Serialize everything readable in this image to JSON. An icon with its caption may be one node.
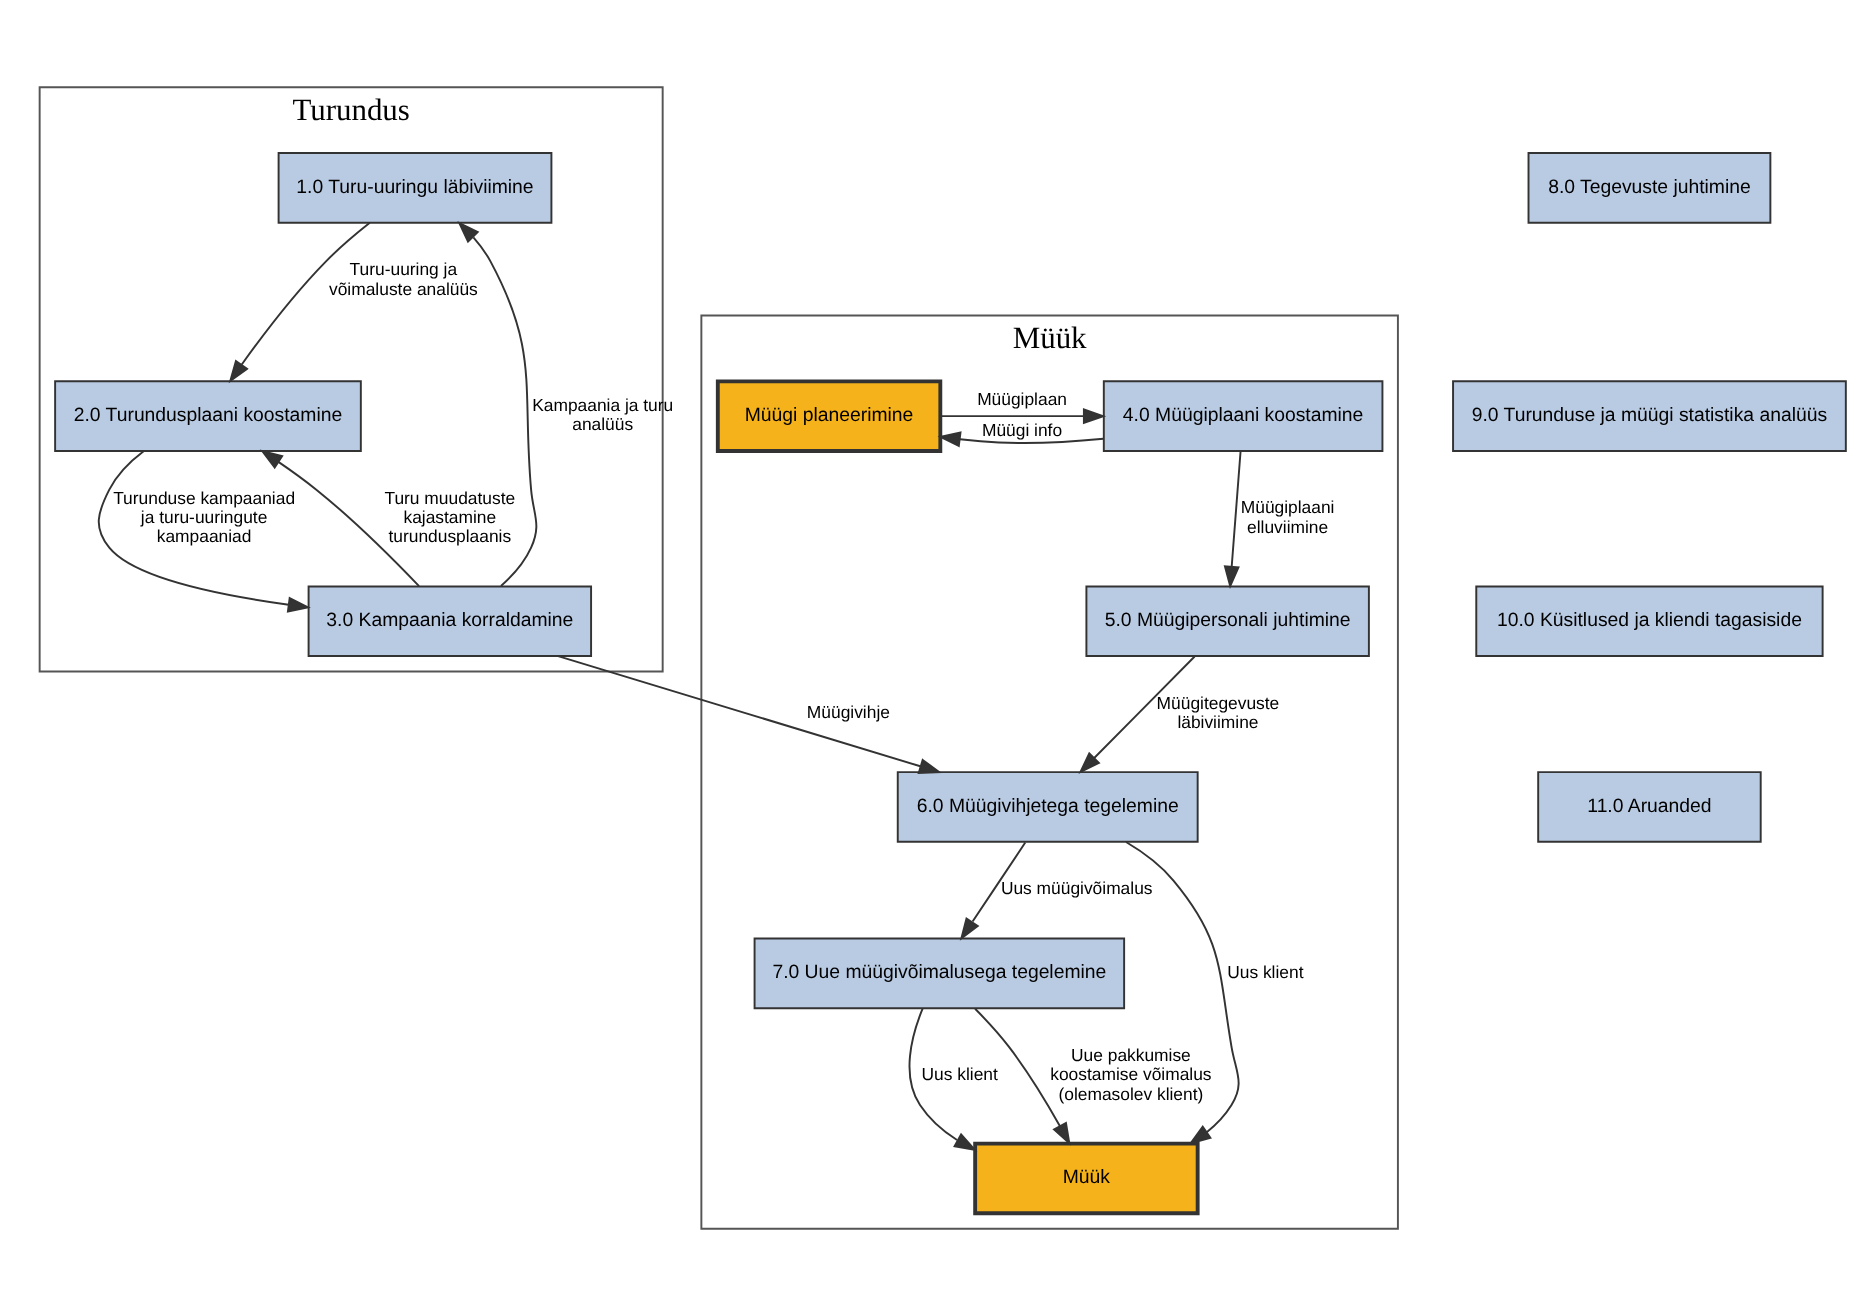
{
  "diagram": {
    "nodes": [
      {
        "text": [
          "Turundus"
        ]
      },
      {
        "text": [
          "Müük"
        ]
      },
      {
        "text": [
          "1.0 Turu-uuringu läbiviimine"
        ],
        "in": 0
      },
      {
        "text": [
          "2.0 Turundusplaani koostamine"
        ],
        "in": 0
      },
      {
        "text": [
          "3.0 Kampaania korraldamine"
        ],
        "in": 0
      },
      {
        "text": [
          "4.0 Müügiplaani koostamine"
        ],
        "in": 1
      },
      {
        "text": [
          "Müügi planeerimine"
        ],
        "in": 1
      },
      {
        "text": [
          "5.0 Müügipersonali juhtimine"
        ],
        "in": 1
      },
      {
        "text": [
          "6.0 Müügivihjetega tegelemine"
        ],
        "in": 1
      },
      {
        "text": [
          "7.0 Uue müügivõimalusega tegelemine"
        ],
        "in": 1
      },
      {
        "text": [
          "Müük"
        ],
        "in": 1
      },
      {
        "text": [
          "8.0 Tegevuste juhtimine"
        ]
      },
      {
        "text": [
          "9.0 Turunduse ja müügi statistika analüüs"
        ]
      },
      {
        "text": [
          "10.0 Küsitlused ja kliendi tagasiside"
        ]
      },
      {
        "text": [
          "11.0 Aruanded"
        ]
      }
    ],
    "edges": [
      {
        "from": 2,
        "to": 3,
        "arrow": "to",
        "label": "Turu-uuring ja võimaluste analüüs"
      },
      {
        "from": 4,
        "to": 3,
        "arrow": "to",
        "label": "Turu muudatuste kajastamine turundusplaanis"
      },
      {
        "from": 3,
        "to": 4,
        "arrow": "to",
        "label": "Turunduse kampaaniad ja turu-uuringute kampaaniad"
      },
      {
        "from": 4,
        "to": 2,
        "arrow": "to",
        "label": "Kampaania ja turu analüüs"
      },
      {
        "from": 4,
        "to": 8,
        "arrow": "to",
        "label": "Müügivihje"
      },
      {
        "from": 5,
        "to": 6,
        "arrow": "to",
        "label": "Müügi info"
      },
      {
        "from": 6,
        "to": 5,
        "arrow": "to",
        "label": "Müügiplaan"
      },
      {
        "from": 5,
        "to": 7,
        "arrow": "to",
        "label": "Müügiplaani elluviimine"
      },
      {
        "from": 7,
        "to": 8,
        "arrow": "to",
        "label": "Müügitegevuste läbiviimine"
      },
      {
        "from": 8,
        "to": 10,
        "arrow": "to",
        "label": "Uus klient"
      },
      {
        "from": 8,
        "to": 9,
        "arrow": "to",
        "label": "Uus müügivõimalus"
      },
      {
        "from": 9,
        "to": 10,
        "arrow": "to",
        "label": "Uus klient"
      },
      {
        "from": 9,
        "to": 10,
        "arrow": "to",
        "label": "Uue pakkumise koostamise võimalus (olemasolev klient)"
      }
    ]
  }
}
